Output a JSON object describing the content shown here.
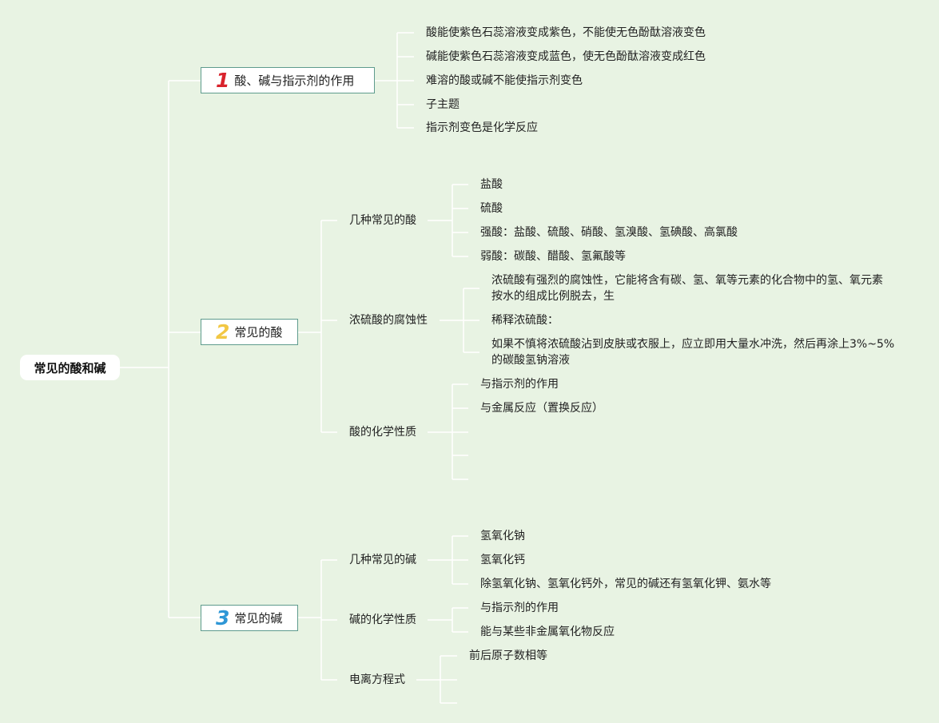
{
  "root": "常见的酸和碱",
  "colors": {
    "background": "#e8f3e3",
    "line": "#ffffff",
    "border": "#5e9b8d",
    "num1": "#d9232d",
    "num2": "#f2c744",
    "num3": "#2f97d6"
  },
  "topics": [
    {
      "num": "1",
      "title": "酸、碱与指示剂的作用",
      "leaves": [
        "酸能使紫色石蕊溶液变成紫色，不能使无色酚酞溶液变色",
        "碱能使紫色石蕊溶液变成蓝色，使无色酚酞溶液变成红色",
        "难溶的酸或碱不能使指示剂变色",
        "子主题",
        "指示剂变色是化学反应"
      ]
    },
    {
      "num": "2",
      "title": "常见的酸",
      "subs": [
        {
          "title": "几种常见的酸",
          "leaves": [
            "盐酸",
            "硫酸",
            "强酸：盐酸、硫酸、硝酸、氢溴酸、氢碘酸、高氯酸",
            "弱酸：碳酸、醋酸、氢氟酸等"
          ]
        },
        {
          "title": "浓硫酸的腐蚀性",
          "leaves": [
            {
              "line1": "浓硫酸有强烈的腐蚀性，它能将含有碳、氢、氧等元素的化合物中的氢、氧元素",
              "line2": "按水的组成比例脱去，生"
            },
            {
              "line1": "稀释浓硫酸："
            },
            {
              "line1": "如果不慎将浓硫酸沾到皮肤或衣服上，应立即用大量水冲洗，然后再涂上3%~5%",
              "line2": "的碳酸氢钠溶液"
            }
          ]
        },
        {
          "title": "酸的化学性质",
          "leaves": [
            "与指示剂的作用",
            "与金属反应（置换反应）",
            "",
            "",
            ""
          ]
        }
      ]
    },
    {
      "num": "3",
      "title": "常见的碱",
      "subs": [
        {
          "title": "几种常见的碱",
          "leaves": [
            "氢氧化钠",
            "氢氧化钙",
            "除氢氧化钠、氢氧化钙外，常见的碱还有氢氧化钾、氨水等"
          ]
        },
        {
          "title": "碱的化学性质",
          "leaves": [
            "与指示剂的作用",
            "能与某些非金属氧化物反应"
          ]
        },
        {
          "title": "电离方程式",
          "leaves": [
            "前后原子数相等",
            "",
            ""
          ]
        }
      ]
    }
  ]
}
